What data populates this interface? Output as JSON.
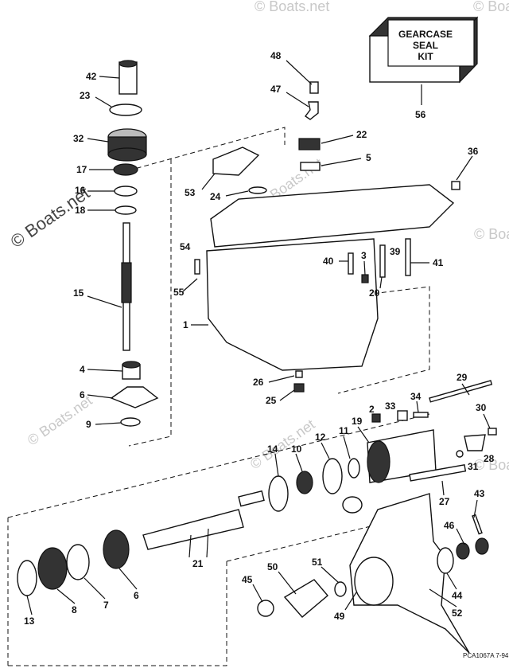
{
  "kit_box": {
    "lines": [
      "GEARCASE",
      "SEAL",
      "KIT"
    ]
  },
  "watermarks": {
    "main": "© Boats.net",
    "faded": "© Boats.net"
  },
  "drawing_code": "PCA1067A 7-94",
  "parts": [
    {
      "id": "42",
      "label": "42"
    },
    {
      "id": "23",
      "label": "23"
    },
    {
      "id": "32",
      "label": "32"
    },
    {
      "id": "17",
      "label": "17"
    },
    {
      "id": "16",
      "label": "16"
    },
    {
      "id": "18",
      "label": "18"
    },
    {
      "id": "15",
      "label": "15"
    },
    {
      "id": "4",
      "label": "4"
    },
    {
      "id": "6",
      "label": "6"
    },
    {
      "id": "9",
      "label": "9"
    },
    {
      "id": "48",
      "label": "48"
    },
    {
      "id": "47",
      "label": "47"
    },
    {
      "id": "22",
      "label": "22"
    },
    {
      "id": "5",
      "label": "5"
    },
    {
      "id": "56",
      "label": "56"
    },
    {
      "id": "36",
      "label": "36"
    },
    {
      "id": "53",
      "label": "53"
    },
    {
      "id": "24",
      "label": "24"
    },
    {
      "id": "54",
      "label": "54"
    },
    {
      "id": "55",
      "label": "55"
    },
    {
      "id": "1",
      "label": "1"
    },
    {
      "id": "40",
      "label": "40"
    },
    {
      "id": "3",
      "label": "3"
    },
    {
      "id": "39",
      "label": "39"
    },
    {
      "id": "41",
      "label": "41"
    },
    {
      "id": "20",
      "label": "20"
    },
    {
      "id": "26",
      "label": "26"
    },
    {
      "id": "25",
      "label": "25"
    },
    {
      "id": "29",
      "label": "29"
    },
    {
      "id": "2",
      "label": "2"
    },
    {
      "id": "33",
      "label": "33"
    },
    {
      "id": "34",
      "label": "34"
    },
    {
      "id": "30",
      "label": "30"
    },
    {
      "id": "19",
      "label": "19"
    },
    {
      "id": "12",
      "label": "12"
    },
    {
      "id": "11",
      "label": "11"
    },
    {
      "id": "14",
      "label": "14"
    },
    {
      "id": "10",
      "label": "10"
    },
    {
      "id": "31",
      "label": "31"
    },
    {
      "id": "28",
      "label": "28"
    },
    {
      "id": "27",
      "label": "27"
    },
    {
      "id": "43",
      "label": "43"
    },
    {
      "id": "46",
      "label": "46"
    },
    {
      "id": "21",
      "label": "21"
    },
    {
      "id": "51",
      "label": "51"
    },
    {
      "id": "50",
      "label": "50"
    },
    {
      "id": "45",
      "label": "45"
    },
    {
      "id": "44",
      "label": "44"
    },
    {
      "id": "52",
      "label": "52"
    },
    {
      "id": "49",
      "label": "49"
    },
    {
      "id": "13",
      "label": "13"
    },
    {
      "id": "8",
      "label": "8"
    },
    {
      "id": "7",
      "label": "7"
    },
    {
      "id": "6b",
      "label": "6"
    }
  ]
}
